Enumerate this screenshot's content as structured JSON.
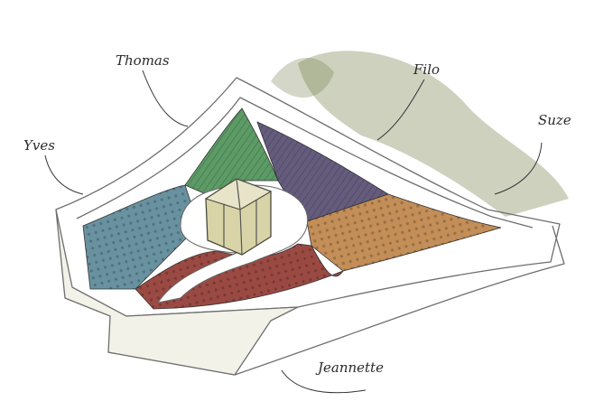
{
  "labels": {
    "thomas": "Thomas",
    "filo": "Filo",
    "yves": "Yves",
    "suze": "Suze",
    "jeannette": "Jeannette"
  },
  "colors": {
    "yves_bed": "#4f7f8f",
    "thomas_bed": "#3f8a4a",
    "filo_bed": "#4a3f66",
    "suze_bed": "#b87a3a",
    "jeannette_bed": "#8a2a22",
    "wall": "#f2f2e8",
    "foliage": "#6f7a45"
  }
}
